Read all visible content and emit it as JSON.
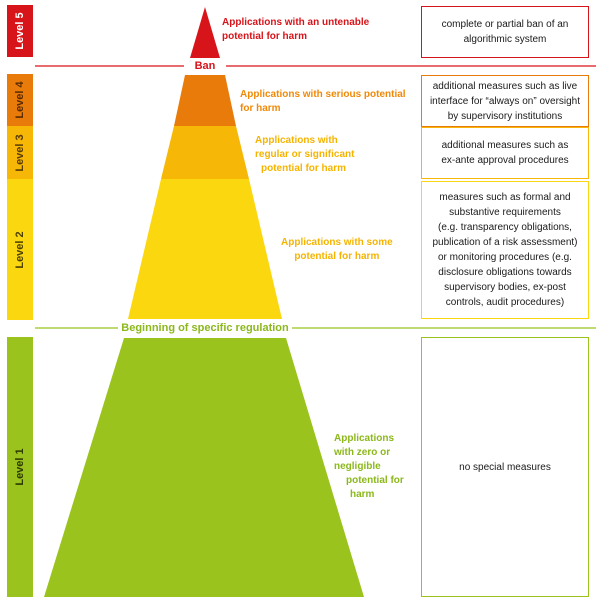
{
  "colors": {
    "level5": "#d7141a",
    "level4": "#e87b0a",
    "level3": "#f7b707",
    "level2": "#fbd710",
    "level1": "#9ac31d",
    "label_red": "#d7141a",
    "label_orange": "#ef8a09",
    "label_gold": "#f5b400",
    "label_green": "#8bb81a"
  },
  "levels": {
    "level5": "Level 5",
    "level4": "Level 4",
    "level3": "Level 3",
    "level2": "Level 2",
    "level1": "Level 1"
  },
  "dividers": {
    "ban": "Ban",
    "regulation": "Beginning of specific regulation"
  },
  "pyramid_labels": {
    "level5": [
      "Applications with an untenable",
      "potential for harm"
    ],
    "level4": [
      "Applications with serious potential",
      "for harm"
    ],
    "level3": [
      "Applications with",
      "regular or significant",
      "potential for harm"
    ],
    "level2": [
      "Applications with some",
      "potential for harm"
    ],
    "level1": [
      "Applications",
      "with zero or",
      "negligible",
      "potential for",
      "harm"
    ]
  },
  "measures": {
    "level5": [
      "complete or partial ban of an",
      "algorithmic system"
    ],
    "level4": [
      "additional measures such as live",
      "interface for “always on” oversight",
      "by supervisory institutions"
    ],
    "level3": [
      "additional measures such as",
      "ex-ante approval procedures"
    ],
    "level2": [
      "measures such as formal and",
      "substantive requirements",
      "(e.g. transparency obligations,",
      "publication of a risk assessment)",
      "or monitoring procedures (e.g.",
      "disclosure obligations towards",
      "supervisory bodies, ex-post",
      "controls, audit procedures)"
    ],
    "level1": [
      "no special measures"
    ]
  }
}
